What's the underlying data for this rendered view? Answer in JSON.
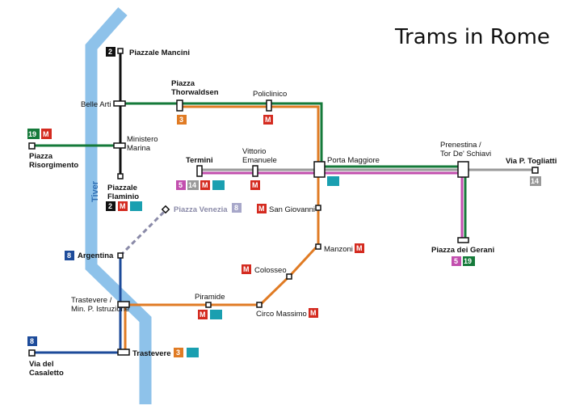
{
  "title": "Trams in Rome",
  "river": "Tiver",
  "colors": {
    "line2": "#111111",
    "line3": "#e07b24",
    "line5": "#c24fae",
    "line8": "#1d4b9a",
    "line14": "#999999",
    "line19": "#157a3a",
    "metro": "#d42b20",
    "rail": "#1a9fb0",
    "river": "#8ec2ea"
  },
  "lines": [
    "2",
    "3",
    "5",
    "8",
    "14",
    "19"
  ],
  "stops": {
    "piazzale_mancini": "Piazzale Mancini",
    "belle_arti": "Belle Arti",
    "ministero_marina": "Ministero\nMarina",
    "piazza_risorgimento": "Piazza\nRisorgimento",
    "piazzale_flaminio": "Piazzale\nFlaminio",
    "piazza_thorwaldsen": "Piazza\nThorwaldsen",
    "policlinico": "Policlinico",
    "termini": "Termini",
    "vittorio_emanuele": "Vittorio\nEmanuele",
    "porta_maggiore": "Porta Maggiore",
    "prenestina": "Prenestina /\nTor De' Schiavi",
    "via_togliatti": "Via P. Togliatti",
    "piazza_dei_gerani": "Piazza dei Gerani",
    "piazza_venezia": "Piazza Venezia",
    "san_giovanni": "San Giovanni",
    "manzoni": "Manzoni",
    "colosseo": "Colosseo",
    "argentina": "Argentina",
    "trastevere_min": "Trastevere /\nMin. P. Istruzione",
    "piramide": "Piramide",
    "circo_massimo": "Circo Massimo",
    "trastevere": "Trastevere",
    "via_del_casaletto": "Via del\nCasaletto"
  },
  "metro_symbol": "M"
}
